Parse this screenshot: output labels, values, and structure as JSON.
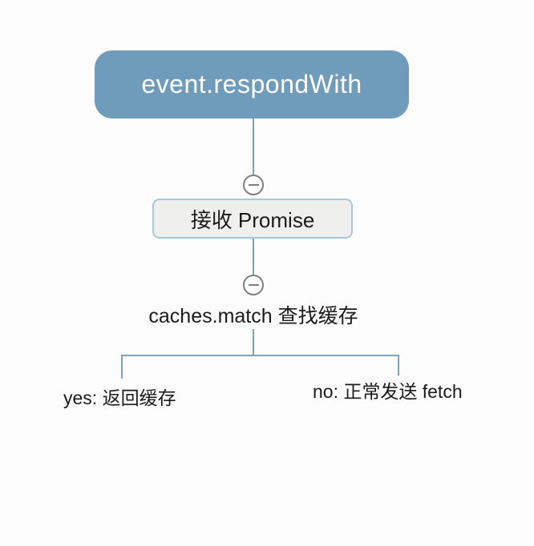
{
  "colors": {
    "background": "#fcfcfc",
    "root_fill": "#6f9cba",
    "root_text": "#ffffff",
    "connector": "#7ba3bd",
    "box_fill": "#efefee",
    "box_border": "#a9c7da",
    "collapse_stroke": "#7f7f7f",
    "text": "#1b1b1b"
  },
  "icons": {
    "collapse": "minus-circle-icon"
  },
  "mindmap": {
    "root": "event.respondWith",
    "level2": "接收 Promise",
    "level3": "caches.match 查找缓存",
    "branch_yes": "yes: 返回缓存",
    "branch_no": "no: 正常发送 fetch"
  }
}
